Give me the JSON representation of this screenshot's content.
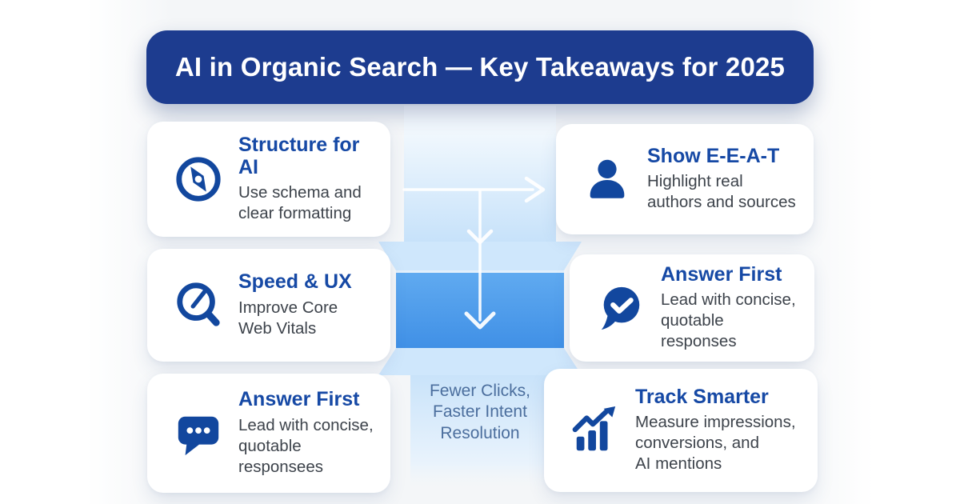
{
  "header": {
    "title": "AI in Organic Search — Key Takeaways for 2025",
    "bg_color": "#1d3c8f",
    "text_color": "#ffffff"
  },
  "cards": [
    {
      "id": "structure-for-ai",
      "icon": "compass-icon",
      "title": "Structure for AI",
      "body": "Use schema and\nclear formatting"
    },
    {
      "id": "show-eeat",
      "icon": "person-icon",
      "title": "Show E-E-A-T",
      "body": "Highlight real\nauthors and sources"
    },
    {
      "id": "speed-ux",
      "icon": "gauge-icon",
      "title": "Speed & UX",
      "body": "Improve Core\nWeb Vitals"
    },
    {
      "id": "answer-first",
      "icon": "chat-check-icon",
      "title": "Answer First",
      "body": "Lead with concise,\nquotable responses"
    },
    {
      "id": "answer-first-2",
      "icon": "chat-dots-icon",
      "title": "Answer First",
      "body": "Lead with concise,\nquotable responsees"
    },
    {
      "id": "track-smarter",
      "icon": "chart-bar-arrow-icon",
      "title": "Track Smarter",
      "body": "Measure impressions,\nconversions, and\nAI mentions"
    }
  ],
  "funnel": {
    "label": "Fewer Clicks,\nFaster Intent\nResolution",
    "label_color": "#4b6e9d",
    "dark_band_color": "#4f9fed",
    "light_band_color": "#cfe7fc",
    "arrow_color": "#ffffff"
  },
  "colors": {
    "banner_navy": "#1d3c8f",
    "icon_navy": "#12479e",
    "card_title_blue": "#1649a5",
    "body_text": "#3d434b",
    "background": "#f4f6f8"
  }
}
